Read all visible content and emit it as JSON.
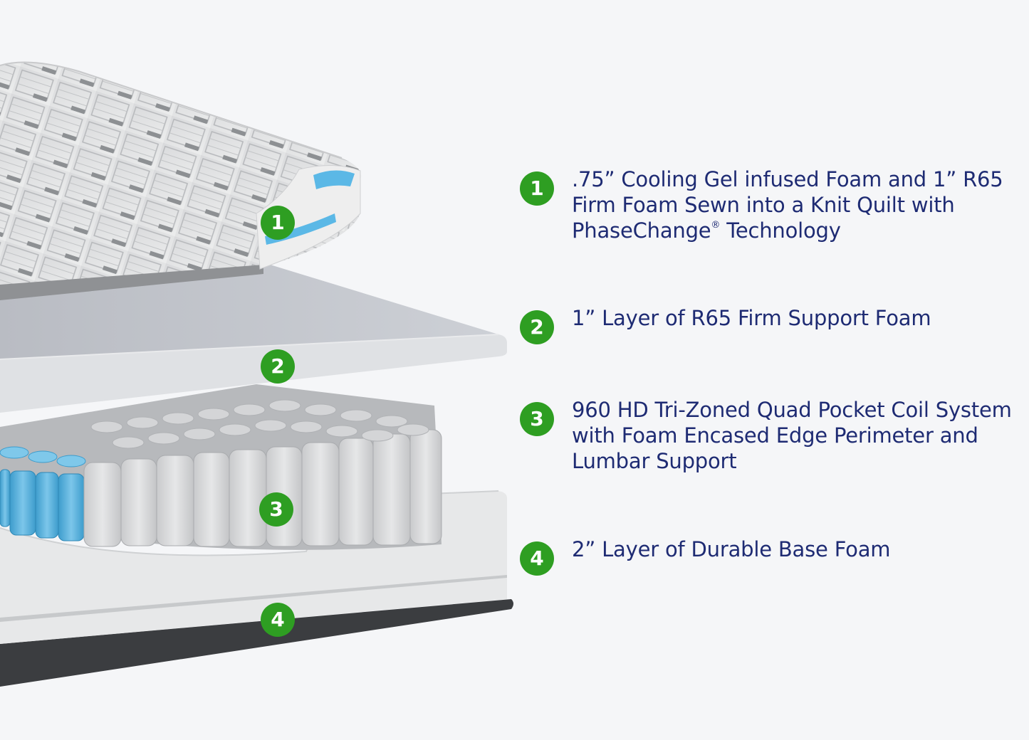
{
  "colors": {
    "background": "#f5f6f8",
    "marker": "#2e9e22",
    "marker_text": "#ffffff",
    "legend_text": "#1e2b73",
    "gel_foam": "#5bb8e6",
    "knit_quilt": "#e3e4e6",
    "support_foam": "#c8cbd1",
    "base_foam": "#e7e8e9"
  },
  "markers": [
    "1",
    "2",
    "3",
    "4"
  ],
  "legend": [
    {
      "number": "1",
      "text_before": ".75” Cooling Gel infused Foam and 1” R65 Firm Foam Sewn into a Knit Quilt with PhaseChange",
      "mark": "®",
      "text_after": " Technology"
    },
    {
      "number": "2",
      "text": "1” Layer of R65 Firm Support Foam"
    },
    {
      "number": "3",
      "text": "960 HD Tri-Zoned Quad Pocket Coil System with Foam Encased Edge Perimeter and Lumbar Support"
    },
    {
      "number": "4",
      "text": "2” Layer of Durable Base Foam"
    }
  ]
}
